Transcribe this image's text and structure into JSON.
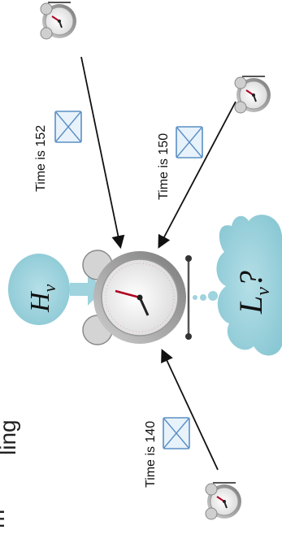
{
  "slide": {
    "edge_text": "ling",
    "edge_text_2": "m"
  },
  "messages": [
    {
      "label": "Time is 152"
    },
    {
      "label": "Time is 150"
    },
    {
      "label": "Time is 140"
    }
  ],
  "center": {
    "h_symbol": "H",
    "h_subscript": "v",
    "l_symbol": "L",
    "l_subscript": "v",
    "l_suffix": "?"
  },
  "colors": {
    "bubble_fill": "#9fd3dd",
    "arrow": "#111111",
    "clock_face": "#f3f3f3",
    "clock_rim": "#8e8e8e",
    "envelope_fill": "#e8f2fb",
    "envelope_stroke": "#5a8fc4",
    "hand": "#b00020"
  },
  "icons": [
    "clock-icon",
    "envelope-icon"
  ]
}
